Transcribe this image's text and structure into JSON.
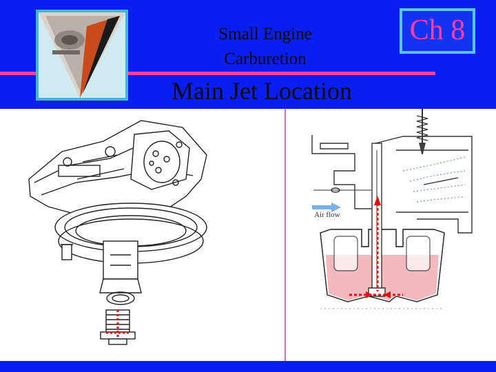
{
  "header": {
    "title_line1": "Small Engine",
    "title_line2": "Carburetion",
    "subtitle": "Main Jet Location",
    "chapter": "Ch 8"
  },
  "diagram": {
    "airflow_label": "Air flow"
  },
  "colors": {
    "header_blue": "#0a1ef0",
    "accent_pink": "#ff3fa5",
    "fuel_pink": "#f3b9bf",
    "marker_red": "#e01010"
  }
}
